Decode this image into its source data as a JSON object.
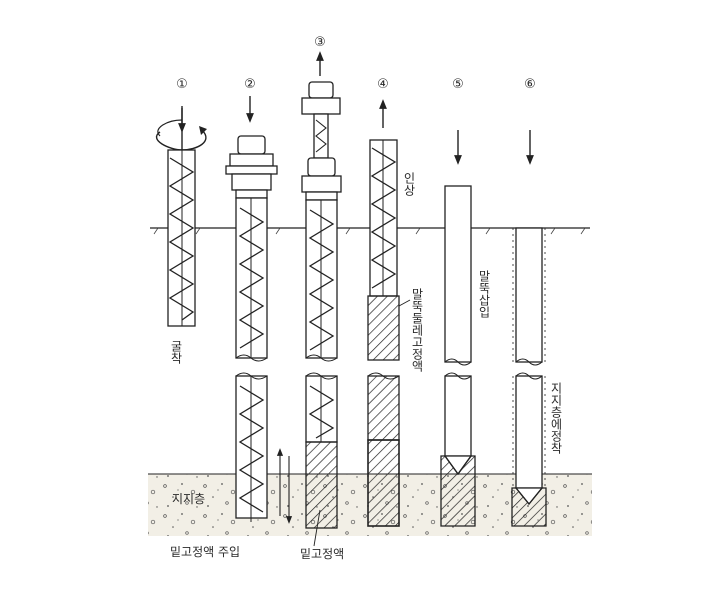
{
  "steps": [
    {
      "number": "①",
      "label": "굴착"
    },
    {
      "number": "②",
      "label": ""
    },
    {
      "number": "③",
      "label": ""
    },
    {
      "number": "④",
      "label": "인상"
    },
    {
      "number": "⑤",
      "label": "말뚝삽입"
    },
    {
      "number": "⑥",
      "label": "지지층에정착"
    }
  ],
  "annotations": {
    "bearing_layer": "지지층",
    "grout_injection": "밑고정액 주입",
    "base_grout": "밑고정액",
    "pile_surrounding_grout": "말뚝둘레고정액"
  }
}
